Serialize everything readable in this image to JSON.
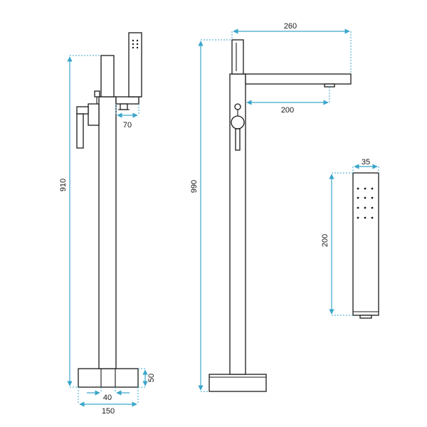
{
  "colors": {
    "dimension": "#3aa6c9",
    "outline": "#1a1a1a"
  },
  "dimensions": {
    "side_height": "910",
    "spout_reach_side": "70",
    "base_height": "50",
    "base_inner_width": "40",
    "base_width": "150",
    "front_height": "990",
    "top_width": "260",
    "spout_reach_front": "200",
    "handshower_width": "35",
    "handshower_height": "200"
  }
}
